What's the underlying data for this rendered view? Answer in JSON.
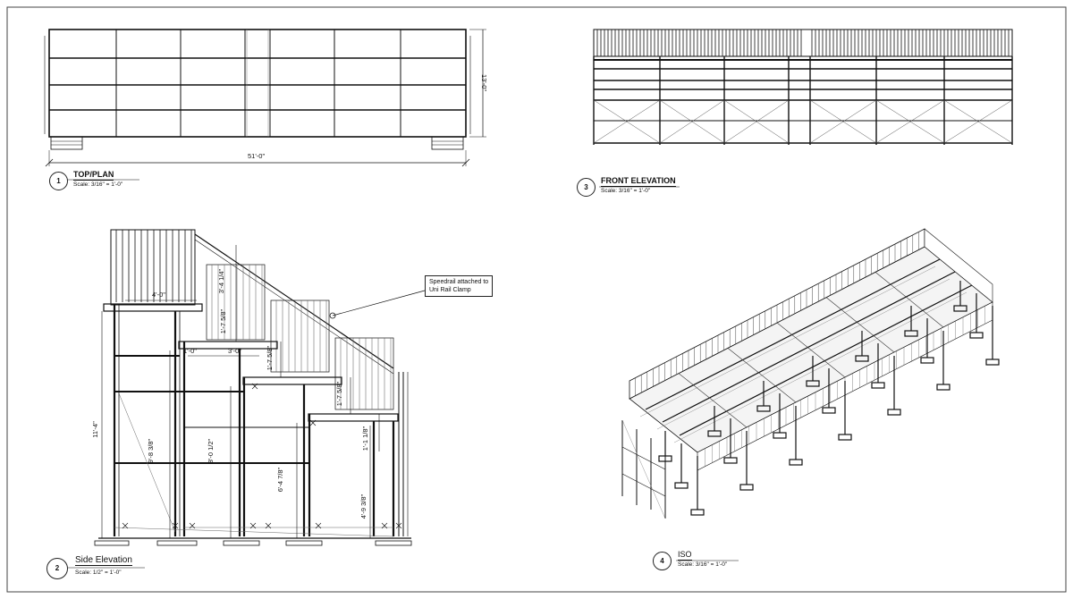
{
  "views": {
    "plan": {
      "number": "1",
      "title": "TOP/PLAN",
      "scale": "Scale: 3/16\" = 1'-0\""
    },
    "side": {
      "number": "2",
      "title": "Side Elevation",
      "scale": "Scale: 1/2\" = 1'-0\""
    },
    "front": {
      "number": "3",
      "title": "FRONT ELEVATION",
      "scale": "Scale: 3/16\" = 1'-0\""
    },
    "iso": {
      "number": "4",
      "title": "ISO",
      "scale": "Scale: 3/16\" = 1'-0\""
    }
  },
  "plan_dims": {
    "width": "51'-0\"",
    "depth": "13'-0\""
  },
  "side_dims": {
    "d1": "4'-0\"",
    "d2": "3'-4 1/4\"",
    "d3": "1'-7 5/8\"",
    "d4": "1'-0\"",
    "d5": "3'-0\"",
    "d6": "1'-7 5/8\"",
    "d7": "1'-7 5/8\"",
    "d8": "11'-4\"",
    "d9": "9'-8 3/8\"",
    "d10": "8'-0 1/2\"",
    "d11": "6'-4 7/8\"",
    "d12": "1'-1 1/8\"",
    "d13": "4'-9 3/8\""
  },
  "callout": {
    "line1": "Speedrail attached to",
    "line2": "Uni Rail Clamp"
  },
  "colors": {
    "line": "#111111",
    "grid": "#555555",
    "light": "#888888",
    "background": "#ffffff"
  }
}
